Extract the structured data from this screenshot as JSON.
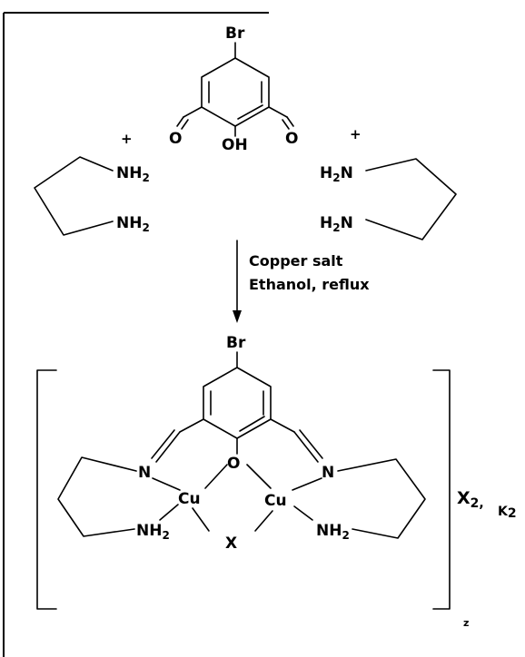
{
  "atoms": {
    "br": "Br",
    "o": "O",
    "oh": "OH",
    "nh2": "NH",
    "h2n": "H",
    "n_suffix": "N",
    "sub2": "2",
    "n": "N",
    "cu": "Cu",
    "x": "X"
  },
  "reactants": {
    "plus": "+"
  },
  "reaction": {
    "reagent": "Copper salt",
    "conditions": "Ethanol, reflux"
  },
  "product": {
    "counterion": "X",
    "counterion_sub": "2",
    "separator": ",",
    "alt_counterion": "K",
    "alt_counterion_sub": "2",
    "charge": "z"
  }
}
